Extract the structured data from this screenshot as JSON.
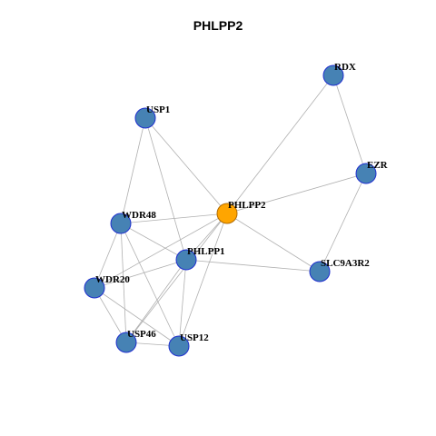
{
  "title": "PHLPP2",
  "colors": {
    "node_fill": "#4682b4",
    "node_stroke": "#1f2fcf",
    "focus_fill": "#ffa500",
    "focus_stroke": "#b06a00",
    "edge": "#b0b0b0"
  },
  "nodes": [
    {
      "id": "RDX",
      "label": "RDX",
      "focus": false
    },
    {
      "id": "EZR",
      "label": "EZR",
      "focus": false
    },
    {
      "id": "USP1",
      "label": "USP1",
      "focus": false
    },
    {
      "id": "PHLPP2",
      "label": "PHLPP2",
      "focus": true
    },
    {
      "id": "WDR48",
      "label": "WDR48",
      "focus": false
    },
    {
      "id": "PHLPP1",
      "label": "PHLPP1",
      "focus": false
    },
    {
      "id": "SLC9A3R2",
      "label": "SLC9A3R2",
      "focus": false
    },
    {
      "id": "WDR20",
      "label": "WDR20",
      "focus": false
    },
    {
      "id": "USP46",
      "label": "USP46",
      "focus": false
    },
    {
      "id": "USP12",
      "label": "USP12",
      "focus": false
    }
  ],
  "edges": [
    [
      "RDX",
      "EZR"
    ],
    [
      "RDX",
      "PHLPP2"
    ],
    [
      "EZR",
      "PHLPP2"
    ],
    [
      "EZR",
      "SLC9A3R2"
    ],
    [
      "USP1",
      "PHLPP2"
    ],
    [
      "USP1",
      "WDR48"
    ],
    [
      "USP1",
      "PHLPP1"
    ],
    [
      "PHLPP2",
      "WDR48"
    ],
    [
      "PHLPP2",
      "PHLPP1"
    ],
    [
      "PHLPP2",
      "SLC9A3R2"
    ],
    [
      "PHLPP2",
      "WDR20"
    ],
    [
      "PHLPP2",
      "USP46"
    ],
    [
      "PHLPP2",
      "USP12"
    ],
    [
      "WDR48",
      "PHLPP1"
    ],
    [
      "WDR48",
      "WDR20"
    ],
    [
      "WDR48",
      "USP46"
    ],
    [
      "WDR48",
      "USP12"
    ],
    [
      "PHLPP1",
      "SLC9A3R2"
    ],
    [
      "PHLPP1",
      "WDR20"
    ],
    [
      "PHLPP1",
      "USP46"
    ],
    [
      "PHLPP1",
      "USP12"
    ],
    [
      "WDR20",
      "USP46"
    ],
    [
      "WDR20",
      "USP12"
    ],
    [
      "USP46",
      "USP12"
    ]
  ]
}
